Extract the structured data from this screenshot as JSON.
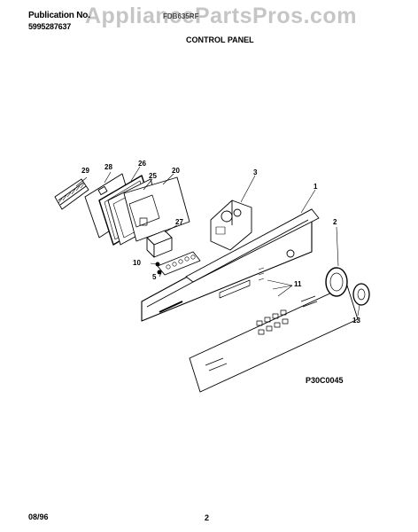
{
  "header": {
    "publication_label": "Publication No.",
    "publication_number": "5995287637",
    "model": "FDB635RF",
    "section_title": "CONTROL PANEL"
  },
  "watermark": "AppliancePartsPros.com",
  "footer": {
    "date": "08/96",
    "page_number": "2"
  },
  "diagram_code": "P30C0045",
  "callouts": {
    "c1": "1",
    "c2": "2",
    "c3": "3",
    "c5": "5",
    "c10": "10",
    "c11": "11",
    "c13": "13",
    "c20": "20",
    "c25": "25",
    "c26": "26",
    "c27": "27",
    "c28": "28",
    "c29": "29"
  }
}
